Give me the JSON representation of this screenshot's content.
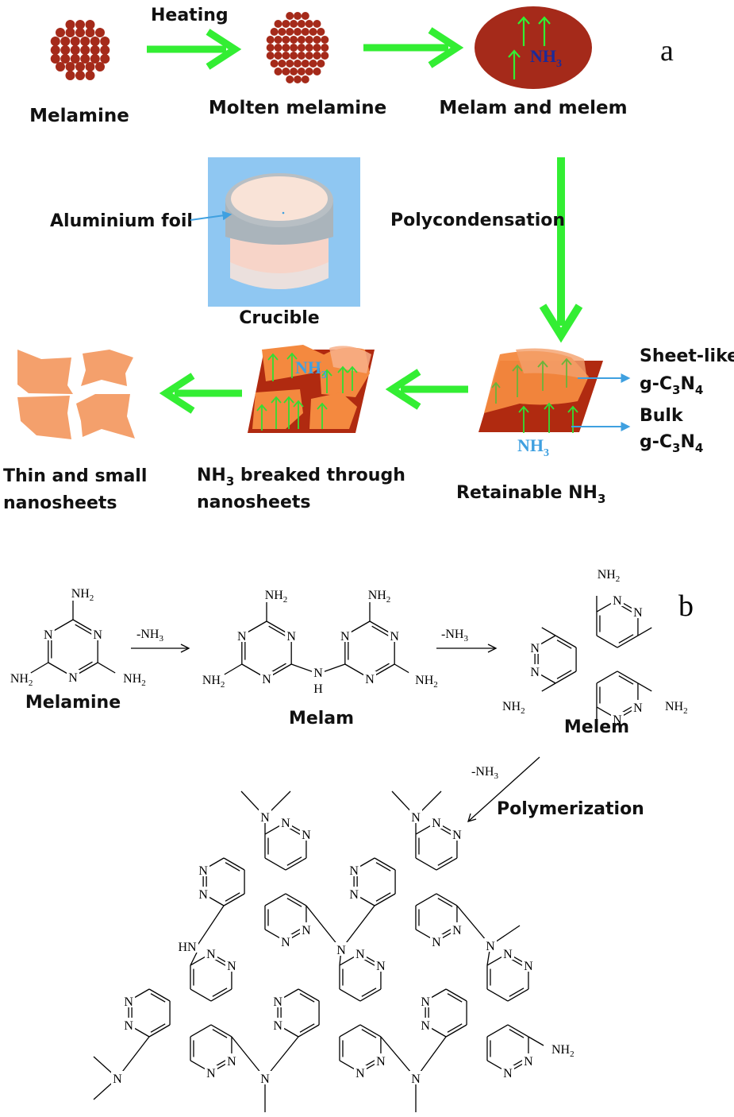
{
  "panel_a": {
    "letter": "a",
    "heating": "Heating",
    "melamine": "Melamine",
    "molten": "Molten melamine",
    "melam_melem": "Melam and melem",
    "nh3_ellipse": "NH",
    "nh3_sub": "3",
    "polycondensation": "Polycondensation",
    "aluminium_foil": "Aluminium foil",
    "crucible": "Crucible",
    "sheet_like_line1": "Sheet-like",
    "bulk_line1": "Bulk",
    "gcn_prefix": "g-C",
    "gcn_sub1": "3",
    "gcn_mid": "N",
    "gcn_sub2": "4",
    "retainable": "Retainable NH",
    "nh3_break": "NH",
    "breaked_rest": " breaked through",
    "breaked_line2": "nanosheets",
    "thin_line1": "Thin and small",
    "thin_line2": "nanosheets",
    "colors": {
      "arrow": "#33ee33",
      "dot": "#a52a1a",
      "sheet": "#f4a06c",
      "tray": "#b02a10",
      "nh3_text": "#3fa0e0",
      "crucible_bg": "#8fc7f2"
    }
  },
  "panel_b": {
    "letter": "b",
    "melamine": "Melamine",
    "melam": "Melam",
    "melem": "Melem",
    "minus_nh3": "-NH",
    "sub3": "3",
    "polymerization": "Polymerization",
    "atom_N": "N",
    "nh2": "NH",
    "sub2": "2",
    "h": "H",
    "hn": "HN"
  }
}
